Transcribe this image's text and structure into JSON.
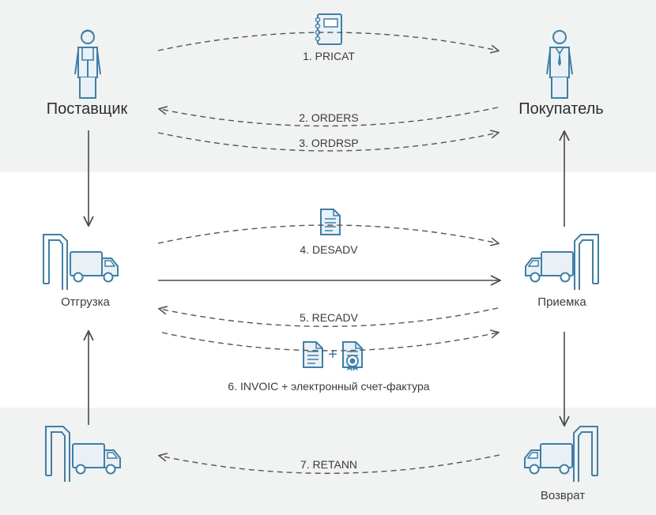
{
  "colors": {
    "band": "#f1f2f2",
    "icon_stroke": "#3f7fa6",
    "icon_fill": "#e9f1f6",
    "arrow_dashed": "#555555",
    "arrow_solid": "#4a4a4a"
  },
  "actors": {
    "supplier": "Поставщик",
    "buyer": "Покупатель"
  },
  "nodes": {
    "shipment": "Отгрузка",
    "receiving": "Приемка",
    "return": "Возврат"
  },
  "messages": {
    "pricat": "1. PRICAT",
    "orders": "2. ORDERS",
    "ordrsp": "3. ORDRSP",
    "desadv": "4. DESADV",
    "recadv": "5. RECADV",
    "invoic": "6. INVOIC + электронный счет-фактура",
    "retann": "7. RETANN"
  },
  "icons": {
    "supplier": "worker-person-icon",
    "buyer": "businessman-person-icon",
    "shipment": "truck-gate-icon",
    "receiving": "truck-gate-icon",
    "return": "truck-gate-icon",
    "shipment_from_return": "truck-gate-icon",
    "pricat": "notebook-icon",
    "desadv": "document-icon",
    "invoic": "document-plus-certificate-icon"
  }
}
